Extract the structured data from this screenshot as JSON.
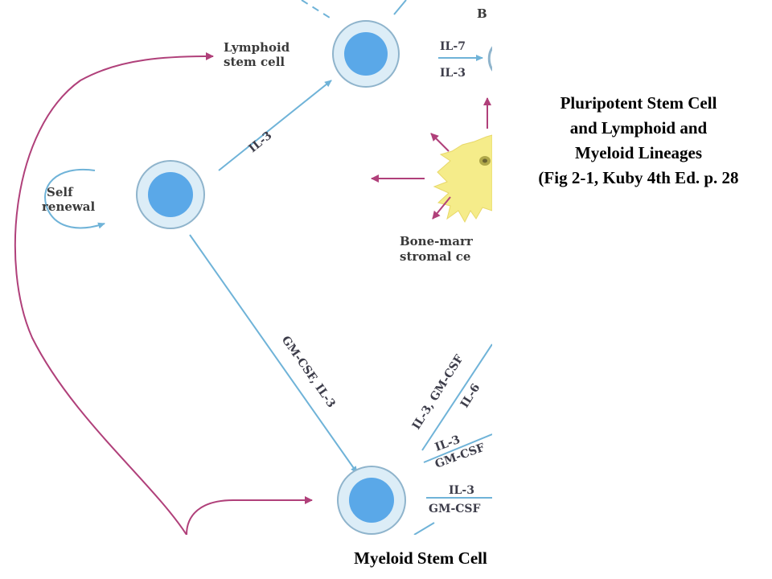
{
  "diagram": {
    "labels": {
      "b_label": "B",
      "lymphoid_line1": "Lymphoid",
      "lymphoid_line2": "stem cell",
      "self_line1": "Self",
      "self_line2": "renewal",
      "stromal_line1": "Bone-marr",
      "stromal_line2": "stromal ce"
    },
    "cytokines": {
      "il7": "IL-7",
      "il3_lymph": "IL-3",
      "il3_diag": "IL-3",
      "gmcsf_il3": "GM-CSF, IL-3",
      "il3_gmcsf_line1": "IL-3, GM-CSF",
      "il3_gmcsf_line2": "IL-6",
      "il3_short": "IL-3",
      "gmcsf_short": "GM-CSF",
      "il3_low": "IL-3",
      "gmcsf_low": "GM-CSF"
    },
    "colors": {
      "cell_outer": "#dcedf7",
      "cell_outline": "#8fb4cc",
      "nucleus": "#5aa8e8",
      "arrow_blue": "#6fb3d8",
      "arrow_magenta": "#b0407a",
      "stromal": "#f5ec8a"
    }
  },
  "caption": {
    "line1": "Pluripotent Stem Cell",
    "line2": "and Lymphoid and",
    "line3": "Myeloid Lineages",
    "line4": "(Fig 2-1, Kuby 4th Ed. p. 28"
  },
  "footer": {
    "label": "Myeloid Stem Cell"
  }
}
